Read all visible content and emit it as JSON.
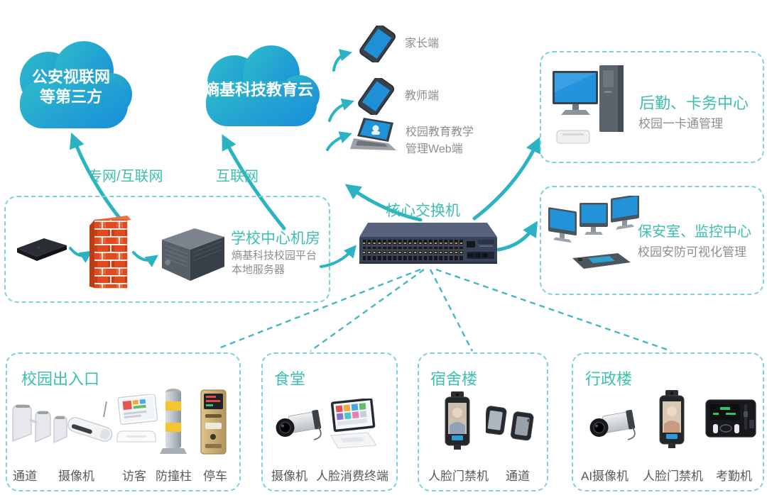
{
  "colors": {
    "accent_teal": "#2cb3c3",
    "title_teal": "#3dbfae",
    "cloud_gradient_from": "#2fbcc9",
    "cloud_gradient_to": "#1b93d8",
    "dashed_border": "#7bd2de",
    "text_gray": "#8a8f92",
    "label_dark": "#555a5e",
    "firewall_red": "#e04a1e",
    "switch_navy": "#3a4459"
  },
  "clouds": {
    "police": {
      "line1": "公安视联网",
      "line2": "等第三方"
    },
    "edu": {
      "label": "熵基科技教育云"
    }
  },
  "links": {
    "private": "专网/互联网",
    "internet": "互联网"
  },
  "endpoints": [
    {
      "label": "家长端"
    },
    {
      "label": "教师端"
    },
    {
      "label": "校园教育教学",
      "label2": "管理Web端"
    }
  ],
  "core_switch": {
    "label": "核心交换机"
  },
  "server_room": {
    "title": "学校中心机房",
    "sub1": "熵基科技校园平台",
    "sub2": "本地服务器"
  },
  "centers": [
    {
      "title": "后勤、卡务中心",
      "subtitle": "校园一卡通管理"
    },
    {
      "title": "保安室、监控中心",
      "subtitle": "校园安防可视化管理"
    }
  ],
  "zones": [
    {
      "title": "校园出入口",
      "devices": [
        "通道",
        "摄像机",
        "访客",
        "防撞柱",
        "停车"
      ]
    },
    {
      "title": "食堂",
      "devices": [
        "摄像机",
        "人脸消费终端"
      ]
    },
    {
      "title": "宿舍楼",
      "devices": [
        "人脸门禁机",
        "通道"
      ]
    },
    {
      "title": "行政楼",
      "devices": [
        "AI摄像机",
        "人脸门禁机",
        "考勤机"
      ]
    }
  ]
}
